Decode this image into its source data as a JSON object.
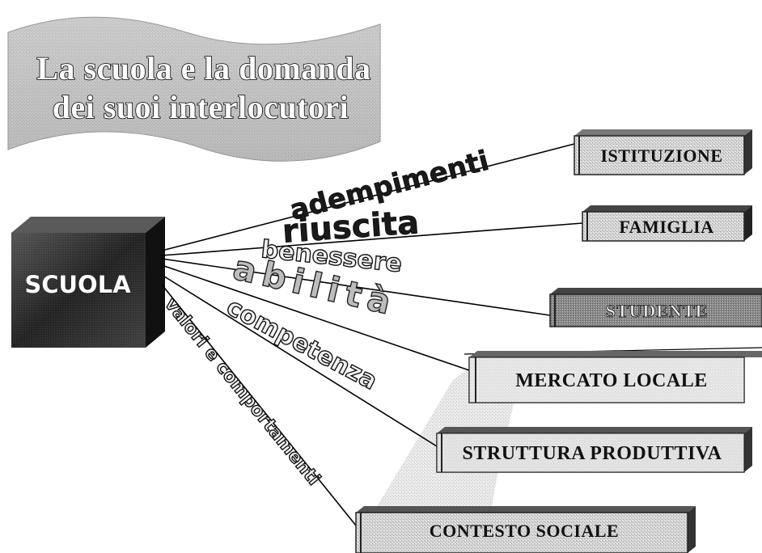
{
  "title": {
    "line1": "La scuola e la domanda",
    "line2": "dei suoi interlocutori"
  },
  "source": {
    "label": "SCUOLA"
  },
  "demands": [
    "adempimenti",
    "riuscita",
    "benessere",
    "abilità",
    "competenza",
    "valori e comportamenti"
  ],
  "stakeholders": [
    "ISTITUZIONE",
    "FAMIGLIA",
    "STUDENTE",
    "MERCATO LOCALE",
    "STRUTTURA PRODUTTIVA",
    "CONTESTO SOCIALE"
  ],
  "colors": {
    "banner": "#b8b8b8",
    "cube_front": "#3a3a3a",
    "box_fill": "#e4e4e4",
    "studente_fill": "#8c8c8c",
    "line": "#000000"
  }
}
